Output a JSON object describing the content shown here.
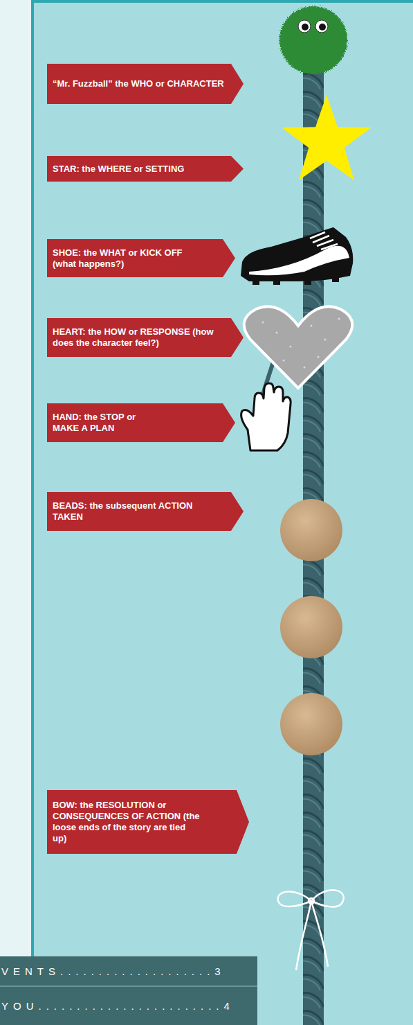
{
  "diagram": {
    "nodes": [
      {
        "text": [
          "“Mr. Fuzzball” the WHO or CHARACTER"
        ]
      },
      {
        "text": [
          "STAR: the WHERE or SETTING"
        ]
      },
      {
        "text": [
          "SHOE: the WHAT or KICK OFF (what happens?)"
        ]
      },
      {
        "text": [
          "HEART: the HOW or RESPONSE (how does the character feel?)"
        ]
      },
      {
        "text": [
          "HAND: the STOP or MAKE A PLAN"
        ]
      },
      {
        "text": [
          "BEADS: the subsequent ACTION TAKEN"
        ]
      },
      {
        "text": [
          "BOW: the RESOLUTION or CONSEQUENCES OF ACTION (the loose ends of the story are tied up)"
        ]
      },
      {
        "text": [
          "VENTS....................3",
          "YOU........................4"
        ]
      }
    ]
  }
}
